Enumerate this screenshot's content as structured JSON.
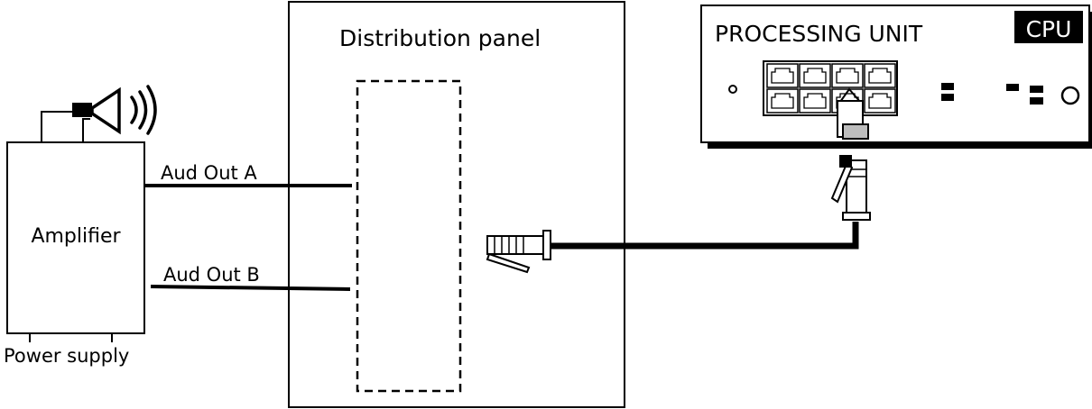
{
  "labels": {
    "distribution_panel": "Distribution panel",
    "processing_unit": "PROCESSING UNIT",
    "cpu": "CPU",
    "amplifier": "Amplifier",
    "aud_out_a": "Aud Out A",
    "aud_out_b": "Aud Out B",
    "power_supply": "Power supply"
  },
  "colors": {
    "line": "#000000",
    "background": "#ffffff",
    "plug_fill": "#cfcfcf",
    "cpu_badge": "#000000",
    "cpu_text": "#ffffff"
  }
}
